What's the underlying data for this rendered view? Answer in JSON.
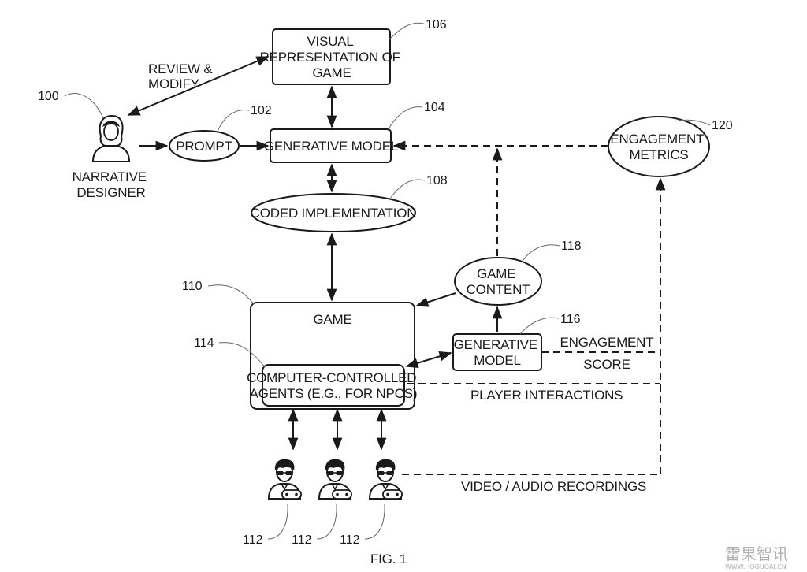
{
  "nodes": {
    "visual_representation": {
      "lines": [
        "VISUAL",
        "REPRESENTATION OF",
        "GAME"
      ],
      "ref": "106"
    },
    "generative_model_top": {
      "lines": [
        "GENERATIVE MODEL"
      ],
      "ref": "104"
    },
    "prompt": {
      "lines": [
        "PROMPT"
      ],
      "ref": "102"
    },
    "narrative_designer": {
      "lines": [
        "NARRATIVE",
        "DESIGNER"
      ],
      "ref": "100"
    },
    "coded_implementation": {
      "lines": [
        "CODED IMPLEMENTATION"
      ],
      "ref": "108"
    },
    "engagement_metrics": {
      "lines": [
        "ENGAGEMENT",
        "METRICS"
      ],
      "ref": "120"
    },
    "game": {
      "lines": [
        "GAME"
      ],
      "ref": "110"
    },
    "agents": {
      "lines": [
        "COMPUTER-CONTROLLED",
        "AGENTS (E.G., FOR NPCS)"
      ],
      "ref": "114"
    },
    "generative_model_small": {
      "lines": [
        "GENERATIVE",
        "MODEL"
      ],
      "ref": "116"
    },
    "game_content": {
      "lines": [
        "GAME",
        "CONTENT"
      ],
      "ref": "118"
    },
    "players": {
      "ref": "112"
    }
  },
  "edge_labels": {
    "review_modify": [
      "REVIEW &",
      "MODIFY"
    ],
    "engagement_score": [
      "ENGAGEMENT",
      "SCORE"
    ],
    "player_interactions": "PLAYER INTERACTIONS",
    "video_audio": "VIDEO / AUDIO RECORDINGS"
  },
  "figure_label": "FIG. 1",
  "watermark": {
    "title": "雷果智讯",
    "url": "WWW.HOGUOAI.CN"
  }
}
